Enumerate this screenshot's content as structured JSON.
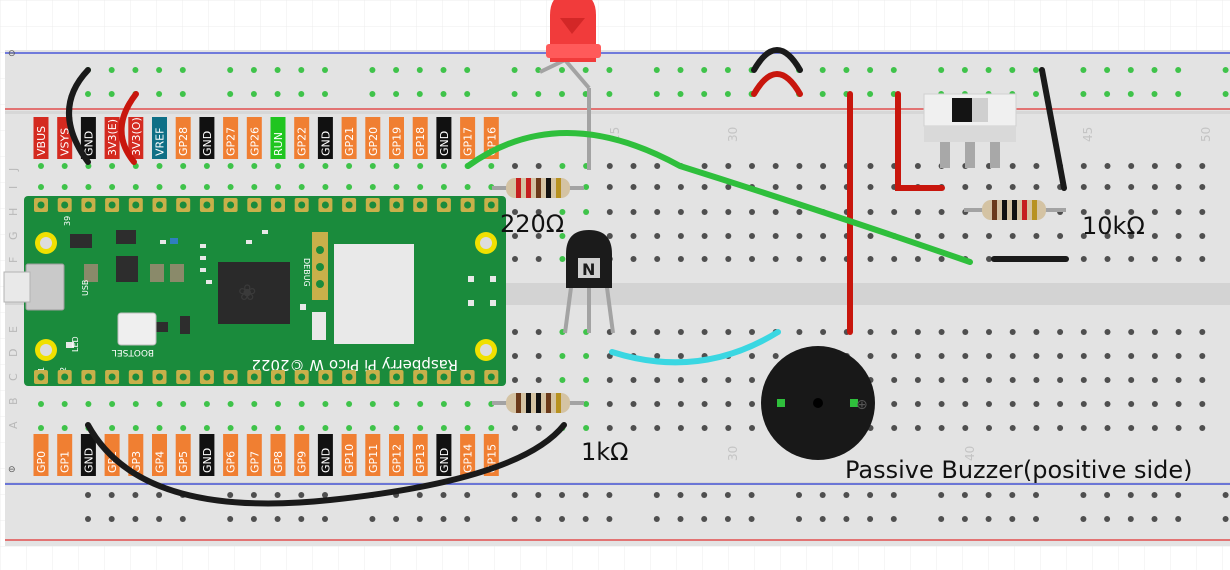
{
  "labels": {
    "r220": "220Ω",
    "r10k": "10kΩ",
    "r1k": "1kΩ",
    "buzzer": "Passive Buzzer(positive side)"
  },
  "board": {
    "name": "Raspberry Pi Pico W ©2022",
    "bootsel": "BOOTSEL",
    "led": "LED",
    "usb": "USB",
    "debug": "DEBUG",
    "pin1": "1",
    "pin2": "2",
    "pin39": "39"
  },
  "breadboard": {
    "rows_top": [
      "J",
      "I",
      "H",
      "G",
      "F"
    ],
    "rows_bottom": [
      "E",
      "D",
      "C",
      "B",
      "A"
    ],
    "columns_top": [
      "25",
      "30",
      "45",
      "50"
    ],
    "columns_bottom": [
      "30",
      "40"
    ]
  },
  "pins_top": [
    {
      "label": "VBUS",
      "color": "#d42a20"
    },
    {
      "label": "VSYS",
      "color": "#d42a20"
    },
    {
      "label": "GND",
      "color": "#111111"
    },
    {
      "label": "3V3(E)",
      "color": "#d42a20"
    },
    {
      "label": "3V3(O)",
      "color": "#d42a20"
    },
    {
      "label": "VREF",
      "color": "#0f6f86"
    },
    {
      "label": "GP28",
      "color": "#f07f32"
    },
    {
      "label": "GND",
      "color": "#111111"
    },
    {
      "label": "GP27",
      "color": "#f07f32"
    },
    {
      "label": "GP26",
      "color": "#f07f32"
    },
    {
      "label": "RUN",
      "color": "#1fc51f"
    },
    {
      "label": "GP22",
      "color": "#f07f32"
    },
    {
      "label": "GND",
      "color": "#111111"
    },
    {
      "label": "GP21",
      "color": "#f07f32"
    },
    {
      "label": "GP20",
      "color": "#f07f32"
    },
    {
      "label": "GP19",
      "color": "#f07f32"
    },
    {
      "label": "GP18",
      "color": "#f07f32"
    },
    {
      "label": "GND",
      "color": "#111111"
    },
    {
      "label": "GP17",
      "color": "#f07f32"
    },
    {
      "label": "GP16",
      "color": "#f07f32"
    }
  ],
  "pins_bottom": [
    {
      "label": "GP0",
      "color": "#f07f32"
    },
    {
      "label": "GP1",
      "color": "#f07f32"
    },
    {
      "label": "GND",
      "color": "#111111"
    },
    {
      "label": "GP2",
      "color": "#f07f32"
    },
    {
      "label": "GP3",
      "color": "#f07f32"
    },
    {
      "label": "GP4",
      "color": "#f07f32"
    },
    {
      "label": "GP5",
      "color": "#f07f32"
    },
    {
      "label": "GND",
      "color": "#111111"
    },
    {
      "label": "GP6",
      "color": "#f07f32"
    },
    {
      "label": "GP7",
      "color": "#f07f32"
    },
    {
      "label": "GP8",
      "color": "#f07f32"
    },
    {
      "label": "GP9",
      "color": "#f07f32"
    },
    {
      "label": "GND",
      "color": "#111111"
    },
    {
      "label": "GP10",
      "color": "#f07f32"
    },
    {
      "label": "GP11",
      "color": "#f07f32"
    },
    {
      "label": "GP12",
      "color": "#f07f32"
    },
    {
      "label": "GP13",
      "color": "#f07f32"
    },
    {
      "label": "GND",
      "color": "#111111"
    },
    {
      "label": "GP14",
      "color": "#f07f32"
    },
    {
      "label": "GP15",
      "color": "#f07f32"
    }
  ],
  "colors": {
    "breadboard": "#e3e3e3",
    "hole": "#4f4f4f",
    "connected_hole": "#3fc34a",
    "pico_green": "#1a8b3c",
    "wire_red": "#c8160d",
    "wire_black": "#1a1a1a",
    "wire_green": "#2fbf3c",
    "wire_cyan": "#3ad7e2",
    "led_red": "#f13b3b",
    "rail_blue": "#2b3cd6",
    "rail_red": "#e23030"
  }
}
